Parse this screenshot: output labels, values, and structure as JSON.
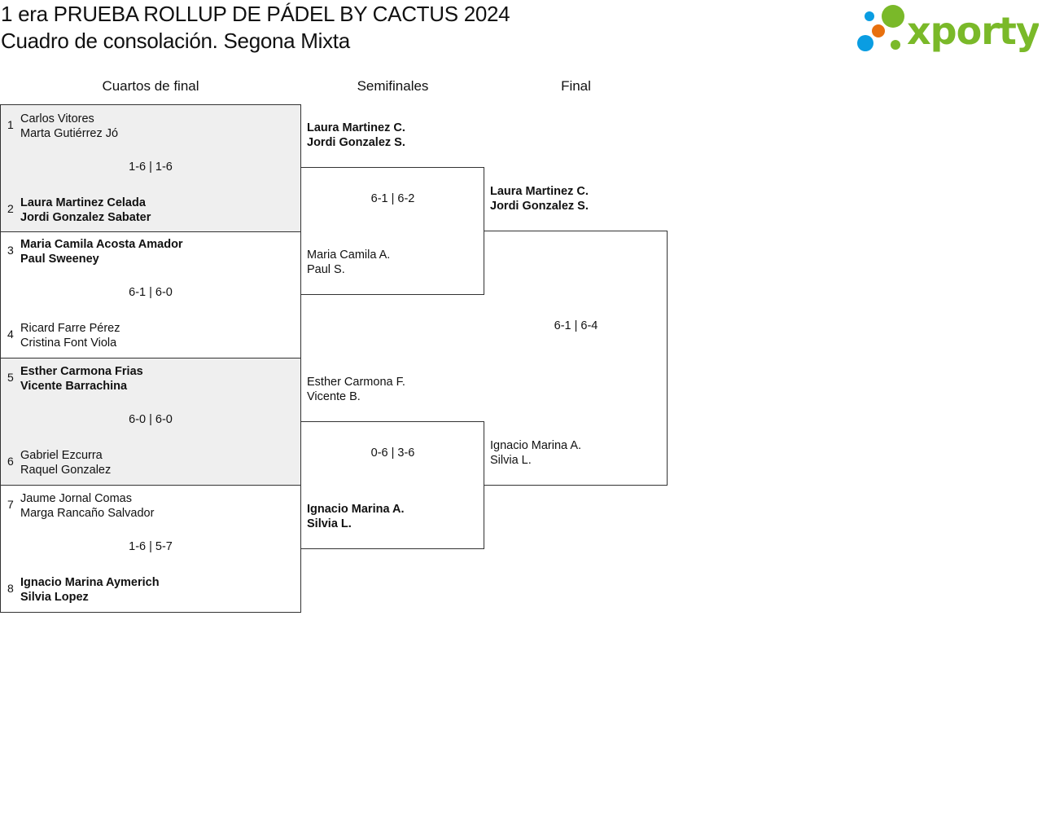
{
  "header": {
    "title_line1": "1 era PRUEBA ROLLUP DE PÁDEL BY CACTUS 2024",
    "title_line2": "Cuadro de consolación. Segona Mixta",
    "logo_text": "xporty"
  },
  "colors": {
    "logo_green": "#7ab929",
    "logo_blue": "#0a9de2",
    "logo_orange": "#e8700e",
    "shade": "#efefef"
  },
  "rounds": [
    "Cuartos de final",
    "Semifinales",
    "Final"
  ],
  "quarterfinals": [
    {
      "score": "1-6 | 1-6",
      "teams": [
        {
          "seed": "1",
          "p1": "Carlos Vitores",
          "p2": "Marta Gutiérrez Jó",
          "winner": false
        },
        {
          "seed": "2",
          "p1": "Laura Martinez Celada",
          "p2": "Jordi Gonzalez Sabater",
          "winner": true
        }
      ]
    },
    {
      "score": "6-1 | 6-0",
      "teams": [
        {
          "seed": "3",
          "p1": "Maria Camila Acosta Amador",
          "p2": "Paul Sweeney",
          "winner": true
        },
        {
          "seed": "4",
          "p1": "Ricard Farre Pérez",
          "p2": "Cristina Font Viola",
          "winner": false
        }
      ]
    },
    {
      "score": "6-0 | 6-0",
      "teams": [
        {
          "seed": "5",
          "p1": "Esther Carmona Frias",
          "p2": "Vicente Barrachina",
          "winner": true
        },
        {
          "seed": "6",
          "p1": "Gabriel Ezcurra",
          "p2": "Raquel Gonzalez",
          "winner": false
        }
      ]
    },
    {
      "score": "1-6 | 5-7",
      "teams": [
        {
          "seed": "7",
          "p1": "Jaume Jornal Comas",
          "p2": "Marga Rancaño Salvador",
          "winner": false
        },
        {
          "seed": "8",
          "p1": "Ignacio Marina Aymerich",
          "p2": "Silvia Lopez",
          "winner": true
        }
      ]
    }
  ],
  "semifinals": [
    {
      "score": "6-1 | 6-2",
      "teams": [
        {
          "p1": "Laura Martinez C.",
          "p2": "Jordi Gonzalez S.",
          "winner": true
        },
        {
          "p1": "Maria Camila A.",
          "p2": "Paul S.",
          "winner": false
        }
      ]
    },
    {
      "score": "0-6 | 3-6",
      "teams": [
        {
          "p1": "Esther Carmona F.",
          "p2": "Vicente B.",
          "winner": false
        },
        {
          "p1": "Ignacio Marina A.",
          "p2": "Silvia L.",
          "winner": true
        }
      ]
    }
  ],
  "final": {
    "score": "6-1 | 6-4",
    "teams": [
      {
        "p1": "Laura Martinez C.",
        "p2": "Jordi Gonzalez S.",
        "winner": true
      },
      {
        "p1": "Ignacio Marina A.",
        "p2": "Silvia L.",
        "winner": false
      }
    ]
  }
}
